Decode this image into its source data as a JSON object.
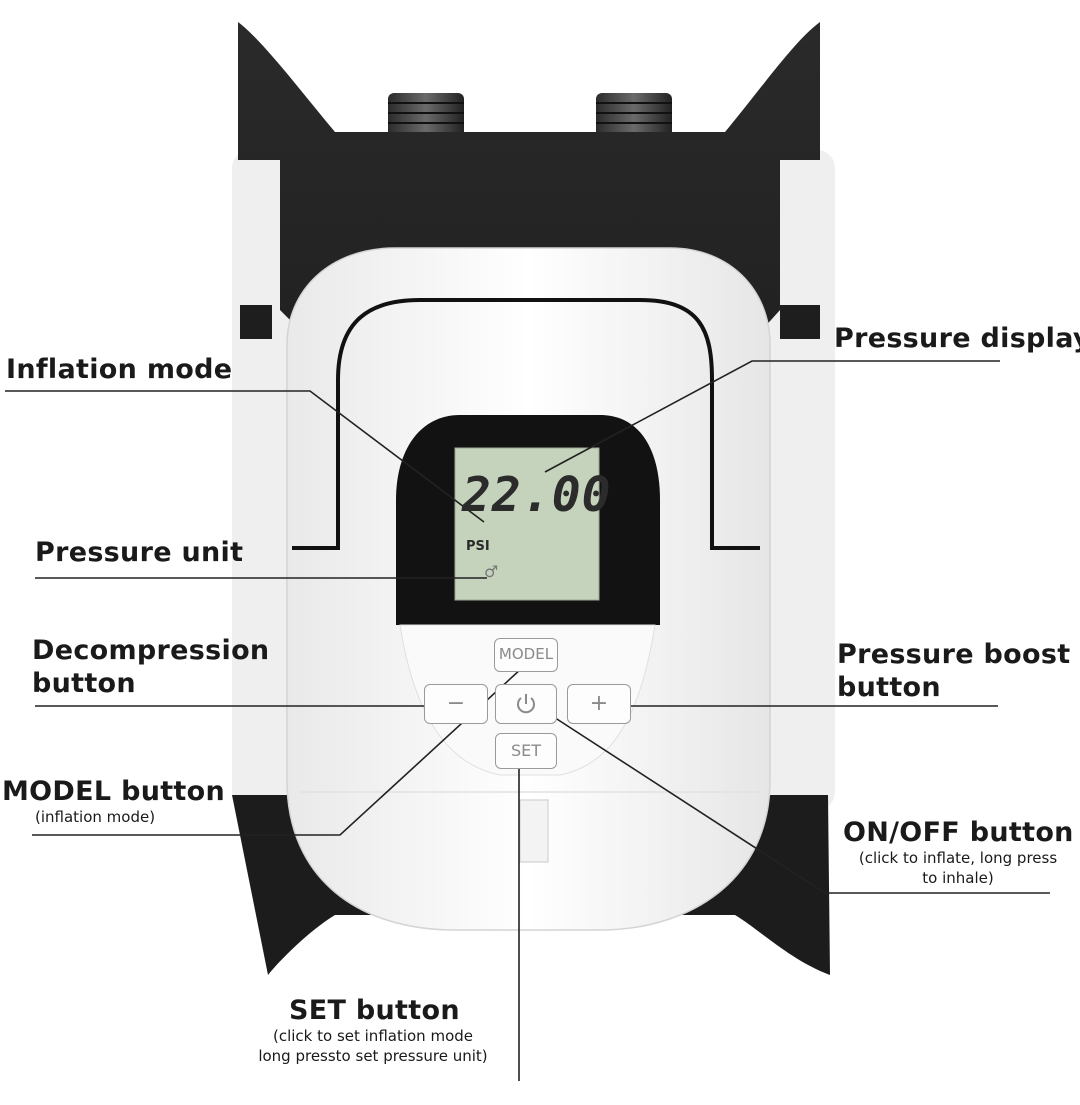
{
  "display": {
    "reading": "22.00",
    "unit": "PSI"
  },
  "buttons": {
    "model": "MODEL",
    "minus": "−",
    "plus": "+",
    "set": "SET"
  },
  "callouts": {
    "inflation_mode": "Inflation mode",
    "pressure_display": "Pressure display",
    "pressure_unit": "Pressure unit",
    "decompression_line1": "Decompression",
    "decompression_line2": "button",
    "boost_line1": "Pressure boost",
    "boost_line2": "button",
    "model_button": "MODEL button",
    "model_button_sub": "(inflation mode)",
    "onoff_button": "ON/OFF button",
    "onoff_sub_line1": "(click to inflate, long press",
    "onoff_sub_line2": "to inhale)",
    "set_button": "SET button",
    "set_sub_line1": "(click to set inflation mode",
    "set_sub_line2": "long pressto set pressure unit)"
  },
  "colors": {
    "body_black": "#1e1e1e",
    "shell_white": "#f7f7f7",
    "lcd_green": "#c6d3bc",
    "lcd_digits": "#2b2b2b",
    "leader_line": "#222222"
  }
}
